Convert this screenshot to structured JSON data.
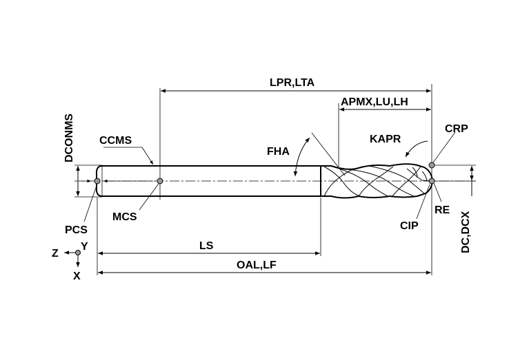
{
  "labels": {
    "lpr_lta": "LPR,LTA",
    "apmx_lu_lh": "APMX,LU,LH",
    "dconms": "DCONMS",
    "ccms": "CCMS",
    "fha": "FHA",
    "kapr": "KAPR",
    "crp": "CRP",
    "pcs": "PCS",
    "mcs": "MCS",
    "cip": "CIP",
    "re": "RE",
    "dc_dcx": "DC,DCX",
    "ls": "LS",
    "oal_lf": "OAL,LF",
    "axis_z": "Z",
    "axis_y": "Y",
    "axis_x": "X"
  },
  "colors": {
    "line": "#000000",
    "point_fill": "#9a9a9a",
    "background": "#ffffff"
  }
}
